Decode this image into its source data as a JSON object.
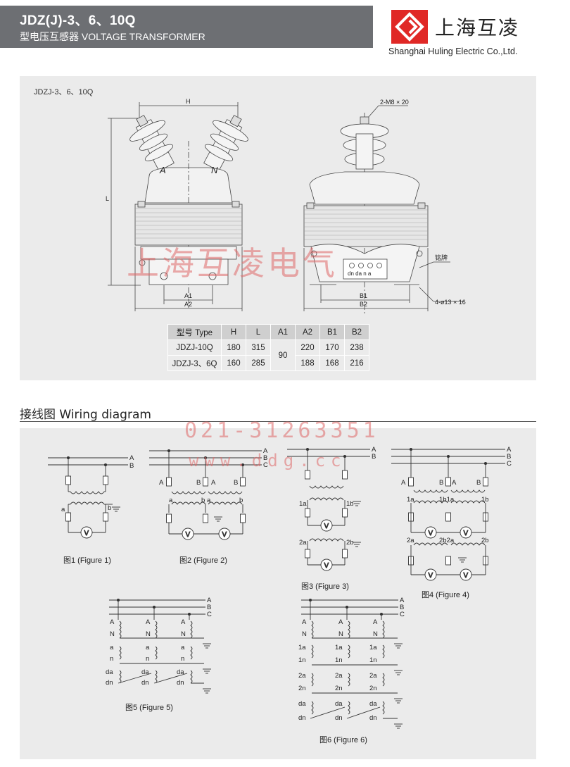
{
  "header": {
    "title": "JDZ(J)-3、6、10Q",
    "subtitle": "型电压互感器 VOLTAGE TRANSFORMER",
    "brand_cn": "上海互凌",
    "brand_en": "Shanghai Huling Electric Co.,Ltd."
  },
  "drawing": {
    "label": "JDZJ-3、6、10Q",
    "dims": {
      "H": "H",
      "L": "L",
      "A1": "A1",
      "A2": "A2",
      "B1": "B1",
      "B2": "B2"
    },
    "bolt": "2-M8 × 20",
    "nameplate": "铭牌",
    "holes": "4-ø13 × 16",
    "terminal_A": "A",
    "terminal_N": "N",
    "terminals_box": "dn da n a"
  },
  "specs": {
    "headers": [
      "型号 Type",
      "H",
      "L",
      "A1",
      "A2",
      "B1",
      "B2"
    ],
    "rows": [
      [
        "JDZJ-10Q",
        "180",
        "315",
        "90",
        "220",
        "170",
        "238"
      ],
      [
        "JDZJ-3、6Q",
        "160",
        "285",
        "",
        "188",
        "168",
        "216"
      ]
    ]
  },
  "watermark": {
    "company": "上海互凌电气",
    "phone": "021-31263351",
    "url": "www.ddg.cc"
  },
  "wiring": {
    "title": "接线图  Wiring diagram",
    "figures": [
      "图1 (Figure 1)",
      "图2 (Figure 2)",
      "图3 (Figure 3)",
      "图4 (Figure 4)",
      "图5 (Figure 5)",
      "图6 (Figure 6)"
    ]
  }
}
